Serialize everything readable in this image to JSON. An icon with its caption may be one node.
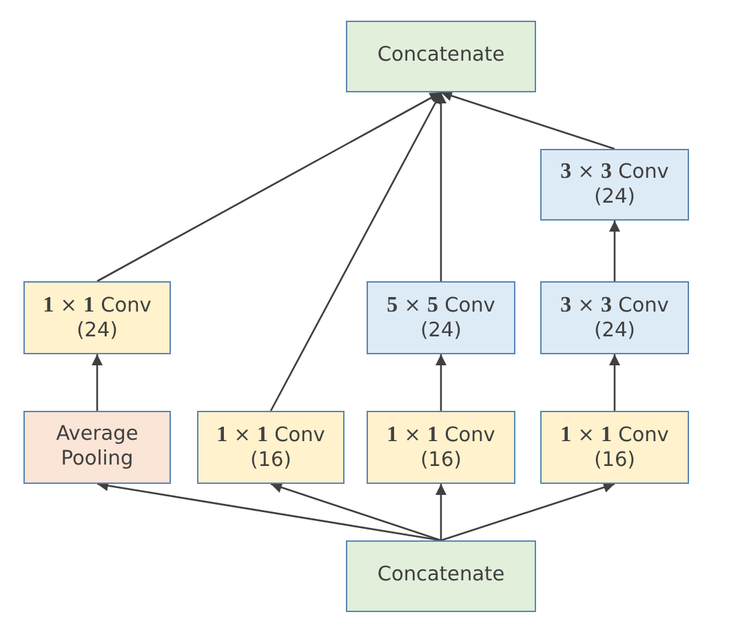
{
  "diagram": {
    "nodes": [
      {
        "text": [
          "Concatenate"
        ]
      },
      {
        "text": [
          "**3** × **3** Conv",
          "(24)"
        ]
      },
      {
        "text": [
          "**1** × **1** Conv",
          "(24)"
        ]
      },
      {
        "text": [
          "**5** × **5** Conv",
          "(24)"
        ]
      },
      {
        "text": [
          "**3** × **3** Conv",
          "(24)"
        ]
      },
      {
        "text": [
          "Average Pooling"
        ]
      },
      {
        "text": [
          "**1** × **1** Conv",
          "(16)"
        ]
      },
      {
        "text": [
          "**1** × **1** Conv",
          "(16)"
        ]
      },
      {
        "text": [
          "**1** × **1** Conv",
          "(16)"
        ]
      },
      {
        "text": [
          "Concatenate"
        ]
      }
    ],
    "edges": [
      {
        "from": 2,
        "to": 0,
        "arrow": "to"
      },
      {
        "from": 6,
        "to": 0,
        "arrow": "to"
      },
      {
        "from": 3,
        "to": 0,
        "arrow": "to"
      },
      {
        "from": 1,
        "to": 0,
        "arrow": "to"
      },
      {
        "from": 4,
        "to": 1,
        "arrow": "to"
      },
      {
        "from": 5,
        "to": 2,
        "arrow": "to"
      },
      {
        "from": 7,
        "to": 3,
        "arrow": "to"
      },
      {
        "from": 8,
        "to": 4,
        "arrow": "to"
      },
      {
        "from": 9,
        "to": 5,
        "arrow": "to"
      },
      {
        "from": 9,
        "to": 6,
        "arrow": "to"
      },
      {
        "from": 9,
        "to": 7,
        "arrow": "to"
      },
      {
        "from": 9,
        "to": 8,
        "arrow": "to"
      }
    ]
  }
}
